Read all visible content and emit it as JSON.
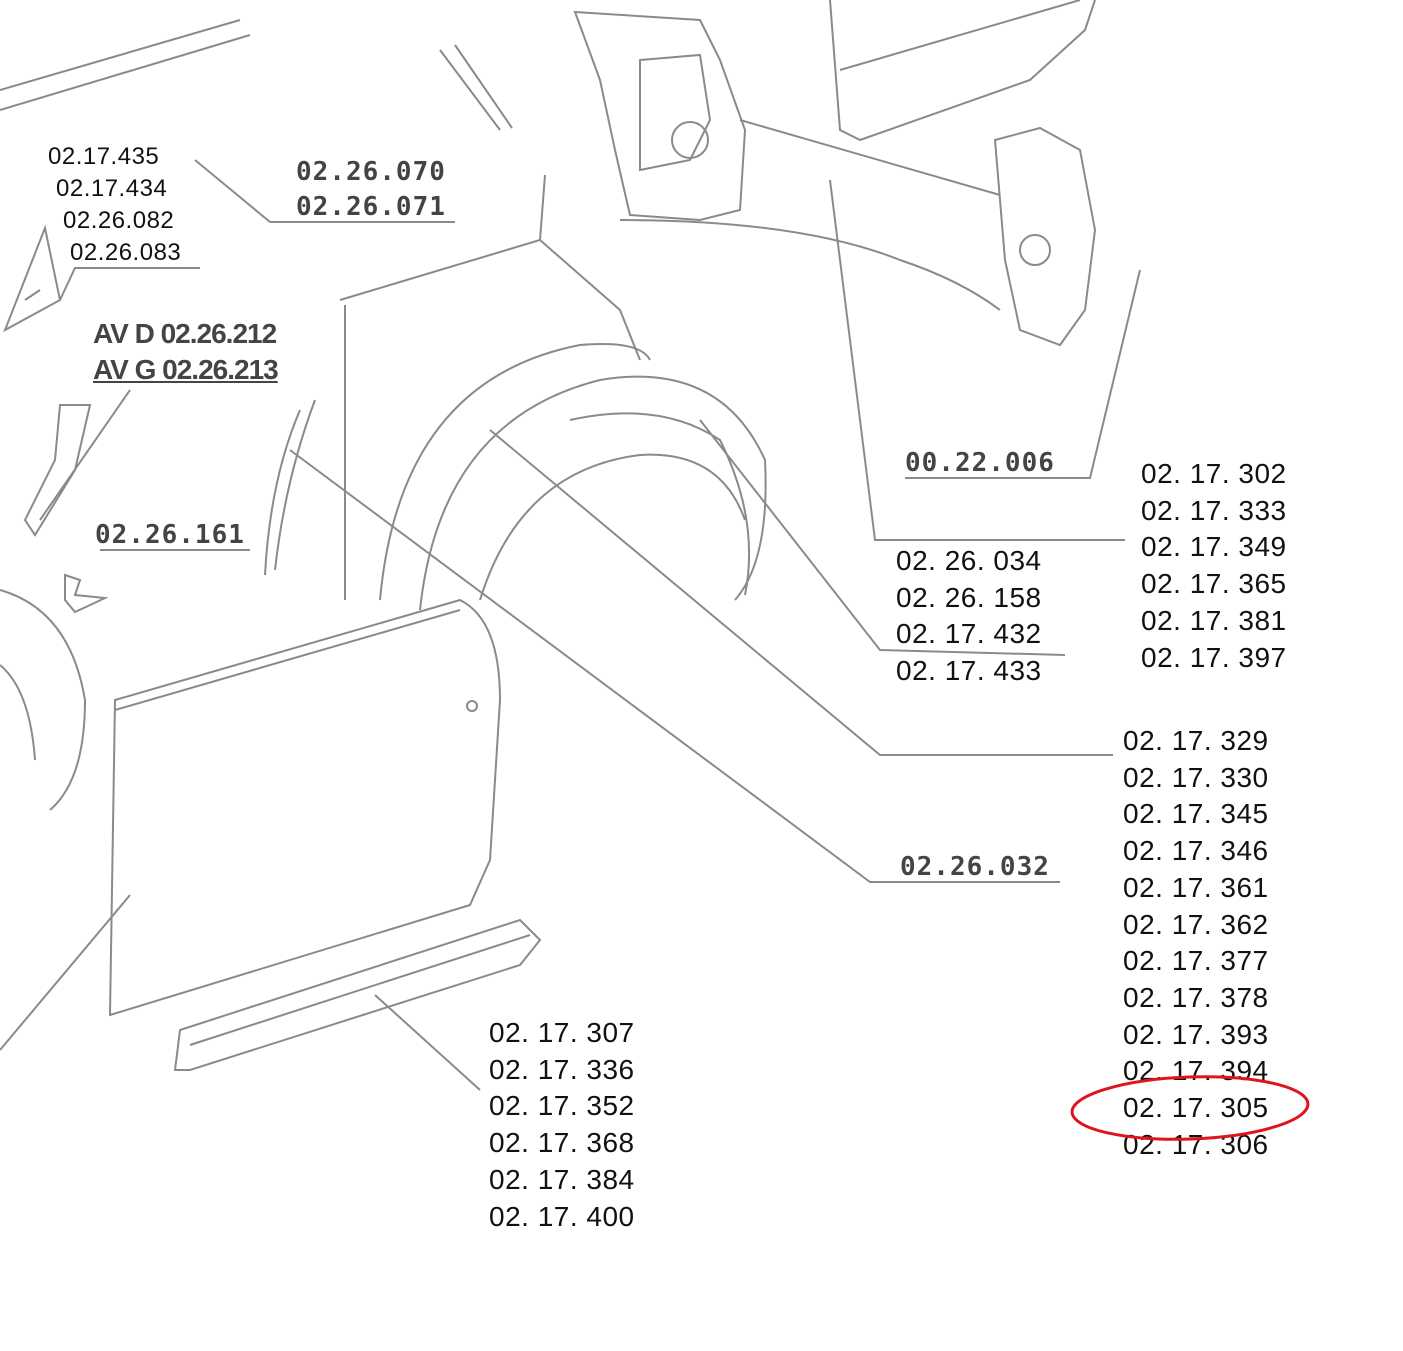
{
  "labels": {
    "top_left": [
      "02.17.435",
      "02.17.434",
      "02.26.082",
      "02.26.083"
    ],
    "top_mid": [
      "02.26.070",
      "02.26.071"
    ],
    "av": [
      "AV D 02.26.212",
      "AV G 02.26.213"
    ],
    "left_mid": "02.26.161",
    "right_top_single": "00.22.006",
    "center_list": [
      "02. 26. 034",
      "02. 26. 158",
      "02. 17. 432",
      "02. 17. 433"
    ],
    "right_top_list": [
      "02. 17. 302",
      "02. 17. 333",
      "02. 17. 349",
      "02. 17. 365",
      "02. 17. 381",
      "02. 17. 397"
    ],
    "mid_single": "02.26.032",
    "right_list": [
      "02. 17. 329",
      "02. 17. 330",
      "02. 17. 345",
      "02. 17. 346",
      "02. 17. 361",
      "02. 17. 362",
      "02. 17. 377",
      "02. 17. 378",
      "02. 17. 393",
      "02. 17. 394",
      "02. 17. 305",
      "02. 17. 306"
    ],
    "bottom_list": [
      "02. 17. 307",
      "02. 17. 336",
      "02. 17. 352",
      "02. 17. 368",
      "02. 17. 384",
      "02. 17. 400"
    ]
  },
  "highlight": {
    "label": "02. 17. 305",
    "color": "#e0141e"
  },
  "line_color": "#8a8a8a"
}
